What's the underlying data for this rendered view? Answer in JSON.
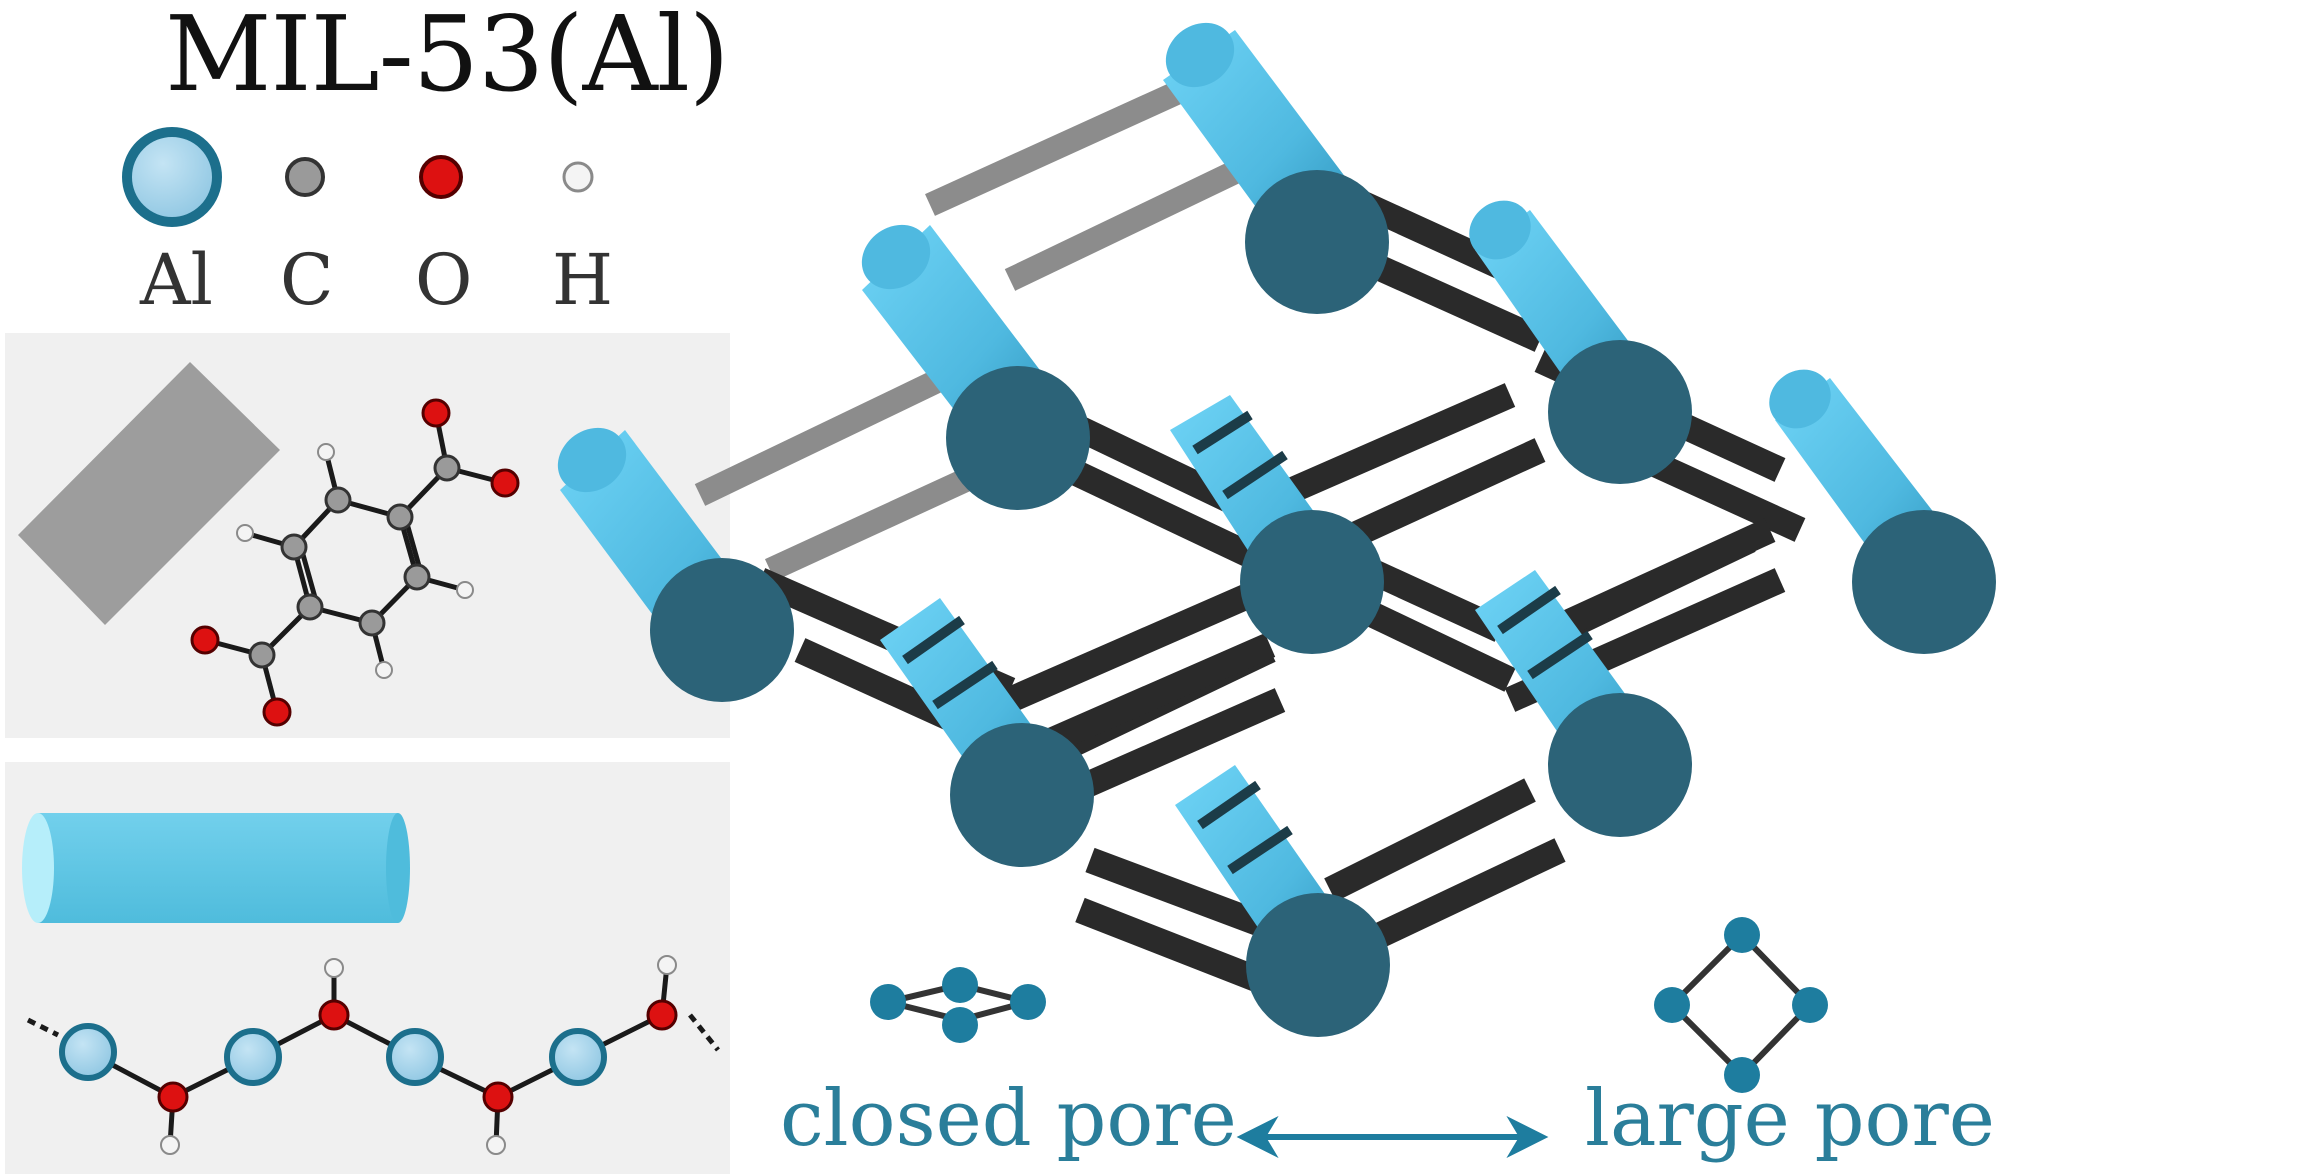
{
  "title": "MIL-53(Al)",
  "legend": [
    {
      "symbol": "Al",
      "color": "#a3d2ea",
      "stroke": "#1c6f8c"
    },
    {
      "symbol": "C",
      "color": "#9a9a9a",
      "stroke": "#333333"
    },
    {
      "symbol": "O",
      "color": "#dd1111",
      "stroke": "#550000"
    },
    {
      "symbol": "H",
      "color": "#f4f4f4",
      "stroke": "#8a8a8a"
    }
  ],
  "states": {
    "closed_label": "closed pore",
    "large_label": "large pore",
    "node_color": "#1e7d9f",
    "arrow_color": "#1e7d9f"
  },
  "colors": {
    "rod_face": "#2c6378",
    "rod_body": "#59c4ea",
    "linker": "#2b2b2b",
    "panel_bg": "#f0f0f0"
  }
}
